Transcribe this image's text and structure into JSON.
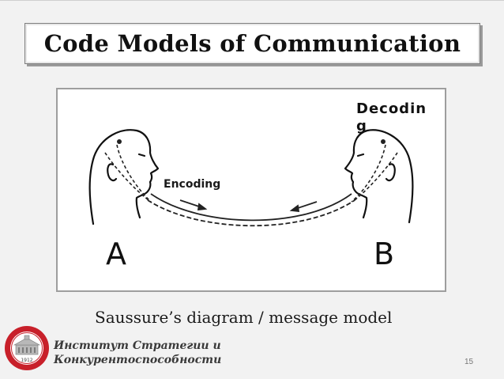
{
  "slide": {
    "title": "Code Models of Communication",
    "caption": "Saussure’s diagram / message model",
    "page_number": "15"
  },
  "diagram": {
    "label_a": "A",
    "label_b": "B",
    "encoding_label": "Encoding",
    "decoding_label": "Decoding"
  },
  "footer": {
    "org_line1": "Институт Стратегии и",
    "org_line2": "Конкурентоспособности",
    "seal_year": "1912"
  },
  "colors": {
    "background": "#f2f2f2",
    "seal_red": "#c8202a"
  }
}
